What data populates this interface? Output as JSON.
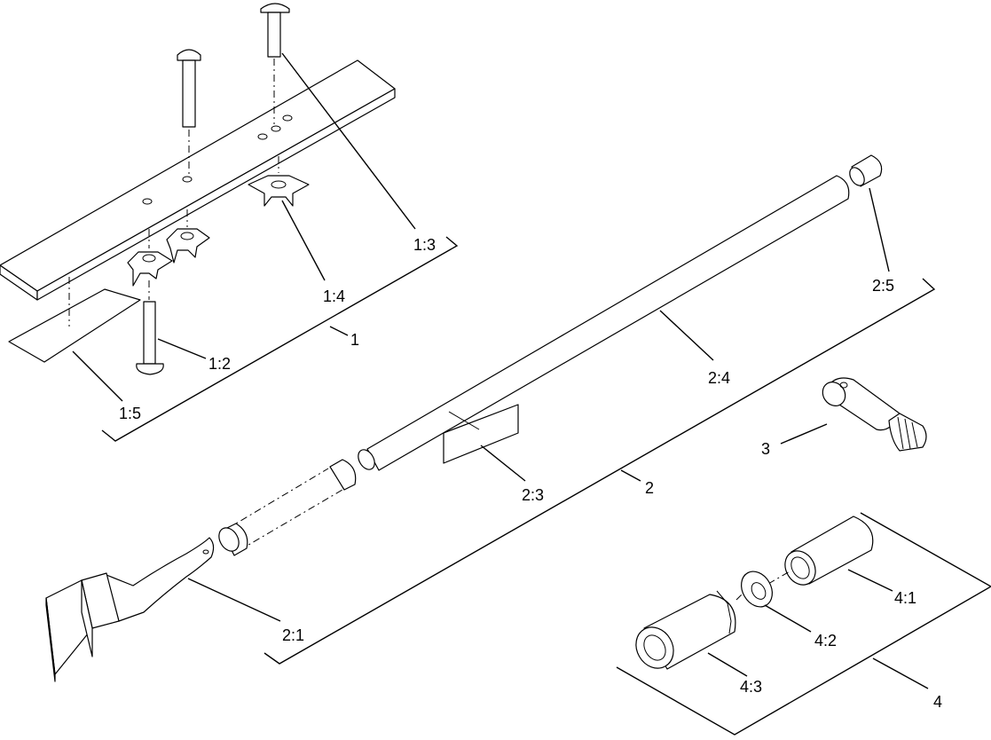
{
  "callouts": {
    "c1": "1",
    "c1_2": "1:2",
    "c1_3": "1:3",
    "c1_4": "1:4",
    "c1_5": "1:5",
    "c2": "2",
    "c2_1": "2:1",
    "c2_3": "2:3",
    "c2_4": "2:4",
    "c2_5": "2:5",
    "c3": "3",
    "c4": "4",
    "c4_1": "4:1",
    "c4_2": "4:2",
    "c4_3": "4:3"
  }
}
